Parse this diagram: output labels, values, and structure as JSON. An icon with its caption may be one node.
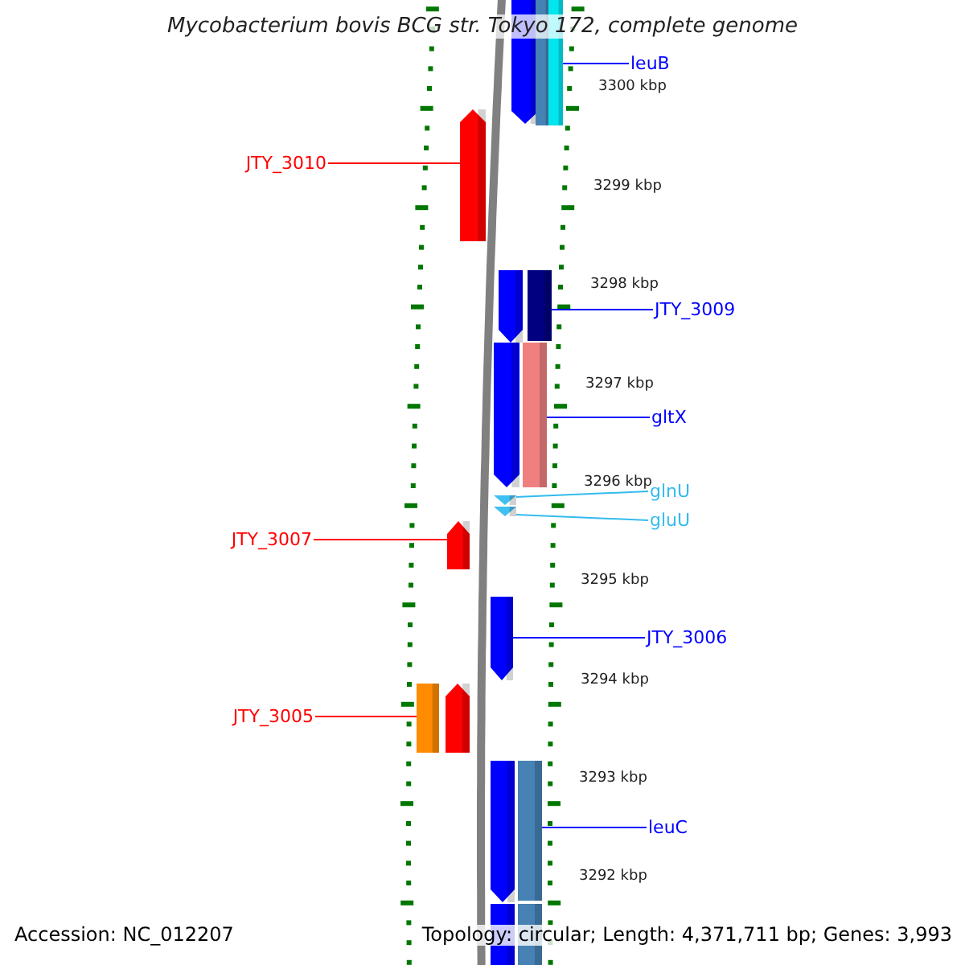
{
  "diagram": {
    "title": "Mycobacterium bovis BCG str. Tokyo 172, complete genome",
    "nodes": [
      {
        "text": [],
        "shape": "bar"
      },
      {
        "text": [],
        "shape": "bar"
      },
      {
        "text": [],
        "shape": "bar"
      },
      {
        "text": [
          "leuB"
        ]
      },
      {
        "text": [
          "JTY_3010"
        ]
      },
      {
        "text": [],
        "shape": "bar"
      },
      {
        "text": [],
        "shape": "bar"
      },
      {
        "text": [],
        "shape": "bar"
      },
      {
        "text": [
          "JTY_3009"
        ]
      },
      {
        "text": [],
        "shape": "bar"
      },
      {
        "text": [],
        "shape": "bar"
      },
      {
        "text": [
          "gltX"
        ]
      },
      {
        "text": [
          "glnU"
        ]
      },
      {
        "text": [],
        "shape": "triangle"
      },
      {
        "text": [
          "gluU"
        ]
      },
      {
        "text": [],
        "shape": "triangle"
      },
      {
        "text": [
          "JTY_3007"
        ]
      },
      {
        "text": [],
        "shape": "bar"
      },
      {
        "text": [],
        "shape": "bar"
      },
      {
        "text": [
          "JTY_3006"
        ]
      },
      {
        "text": [
          "JTY_3005"
        ]
      },
      {
        "text": [],
        "shape": "bar"
      },
      {
        "text": [],
        "shape": "bar"
      },
      {
        "text": [],
        "shape": "bar"
      },
      {
        "text": [],
        "shape": "bar"
      },
      {
        "text": [
          "leuC"
        ]
      },
      {
        "text": [],
        "shape": "bar"
      },
      {
        "text": [],
        "shape": "bar"
      }
    ],
    "edges": [
      {
        "from": 3,
        "to": 2,
        "arrow": "none"
      },
      {
        "from": 4,
        "to": 5,
        "arrow": "none",
        "color": "#ff0000"
      },
      {
        "from": 8,
        "to": 7,
        "arrow": "none"
      },
      {
        "from": 11,
        "to": 10,
        "arrow": "none"
      },
      {
        "from": 12,
        "to": 13,
        "arrow": "none",
        "color": "#33bbee"
      },
      {
        "from": 14,
        "to": 15,
        "arrow": "none",
        "color": "#33bbee"
      },
      {
        "from": 16,
        "to": 17,
        "arrow": "none",
        "color": "#ff0000"
      },
      {
        "from": 19,
        "to": 18,
        "arrow": "none"
      },
      {
        "from": 20,
        "to": 21,
        "arrow": "none",
        "color": "#ff0000"
      },
      {
        "from": 25,
        "to": 24,
        "arrow": "none"
      }
    ],
    "labels": [
      "3300 kbp",
      "3299 kbp",
      "3298 kbp",
      "3297 kbp",
      "3296 kbp",
      "3295 kbp",
      "3294 kbp",
      "3293 kbp",
      "3292 kbp",
      "Accession: NC_012207",
      "Topology: circular; Length: 4,371,711 bp; Genes: 3,993"
    ]
  }
}
